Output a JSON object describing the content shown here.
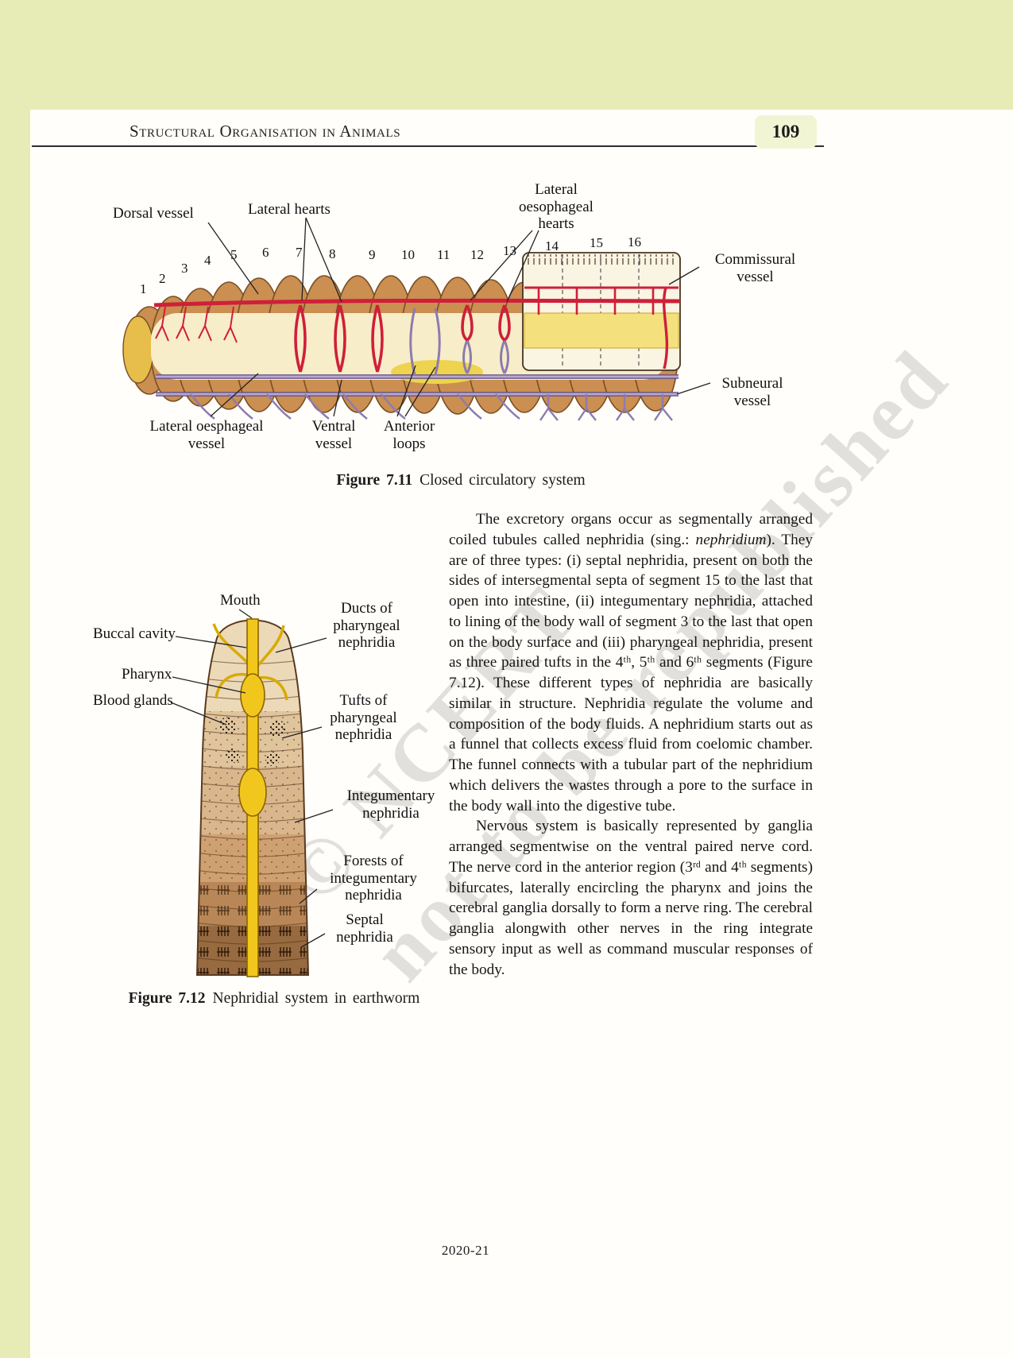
{
  "page": {
    "header_title": "Structural Organisation in Animals",
    "page_number": "109",
    "footer": "2020-21",
    "watermark_line1": "© NCERT",
    "watermark_line2": "not to be republished"
  },
  "colors": {
    "band_green": "#e7ecb6",
    "vessel_red": "#cf1f3a",
    "vessel_purple": "#b7a6d6",
    "worm_tan": "#ca8f51",
    "gut_yellow": "#f2c71d"
  },
  "fig11": {
    "labels": {
      "dorsal_vessel": "Dorsal vessel",
      "lateral_hearts": "Lateral hearts",
      "lateral_oesophageal_hearts": "Lateral\noesophageal\nhearts",
      "commissural_vessel": "Commissural\nvessel",
      "subneural_vessel": "Subneural\nvessel",
      "lateral_oesphageal_vessel": "Lateral oesphageal\nvessel",
      "ventral_vessel": "Ventral\nvessel",
      "anterior_loops": "Anterior\nloops"
    },
    "segments": [
      "1",
      "2",
      "3",
      "4",
      "5",
      "6",
      "7",
      "8",
      "9",
      "10",
      "11",
      "12",
      "13",
      "14",
      "15",
      "16"
    ],
    "caption_label": "Figure 7.11",
    "caption_text": "Closed circulatory system"
  },
  "fig12": {
    "labels": {
      "mouth": "Mouth",
      "buccal_cavity": "Buccal cavity",
      "pharynx": "Pharynx",
      "blood_glands": "Blood glands",
      "ducts": "Ducts of\npharyngeal\nnephridia",
      "tufts": "Tufts of\npharyngeal\nnephridia",
      "integumentary": "Integumentary\nnephridia",
      "forests": "Forests of\nintegumentary\nnephridia",
      "septal": "Septal\nnephridia"
    },
    "caption_label": "Figure 7.12",
    "caption_text": "Nephridial system in earthworm"
  },
  "body": {
    "p1a": "The excretory organs occur as segmentally arranged coiled tubules called nephridia (sing.: ",
    "p1b": "nephridium",
    "p1c": "). They are of three types: (i) septal nephridia, present on both the sides of intersegmental septa of segment 15 to the last that open into intestine, (ii) integumentary nephridia, attached to lining of the body wall of segment 3 to the last that open on the body surface and (iii) pharyngeal nephridia, present as three paired tufts in the 4ᵗʰ, 5ᵗʰ and 6ᵗʰ segments (Figure 7.12). These different types of nephridia are basically similar in structure. Nephridia regulate the volume and composition of the body fluids. A nephridium starts out as a funnel that collects excess fluid from coelomic chamber. The funnel connects with a tubular part of the nephridium which delivers the wastes through a pore to the surface in the body wall into the digestive tube.",
    "p2": "Nervous system is basically represented by ganglia arranged segmentwise on the ventral paired nerve cord. The nerve cord in the anterior region (3ʳᵈ and 4ᵗʰ segments) bifurcates, laterally encircling the pharynx and joins the cerebral ganglia dorsally to form a nerve ring. The cerebral ganglia alongwith other nerves in the ring integrate sensory input as well as command muscular responses of the body."
  }
}
